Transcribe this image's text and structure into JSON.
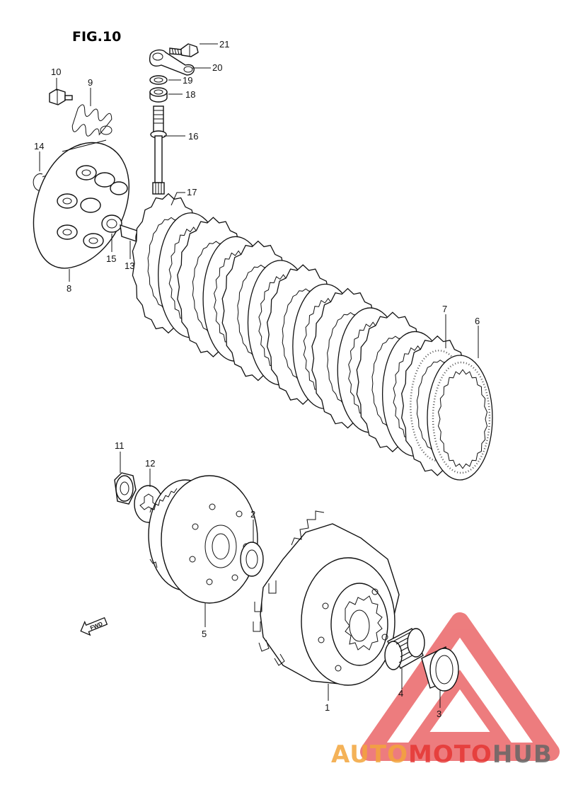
{
  "figure": {
    "title": "FIG.10"
  },
  "callouts": {
    "p1": "1",
    "p2": "2",
    "p3": "3",
    "p4": "4",
    "p5": "5",
    "p6": "6",
    "p7": "7",
    "p8": "8",
    "p9": "9",
    "p10": "10",
    "p11": "11",
    "p12": "12",
    "p13": "13",
    "p14": "14",
    "p15": "15",
    "p16": "16",
    "p17": "17",
    "p18": "18",
    "p19": "19",
    "p20": "20",
    "p21": "21"
  },
  "direction_arrow": {
    "label": "FWD"
  },
  "watermark": {
    "part1": "AUTO",
    "part2": "MOTO",
    "part3": "HUB",
    "colors": {
      "orange": "#f3a53c",
      "red": "#e5322f",
      "gray": "#666666",
      "triangle": "#e8585a"
    }
  }
}
